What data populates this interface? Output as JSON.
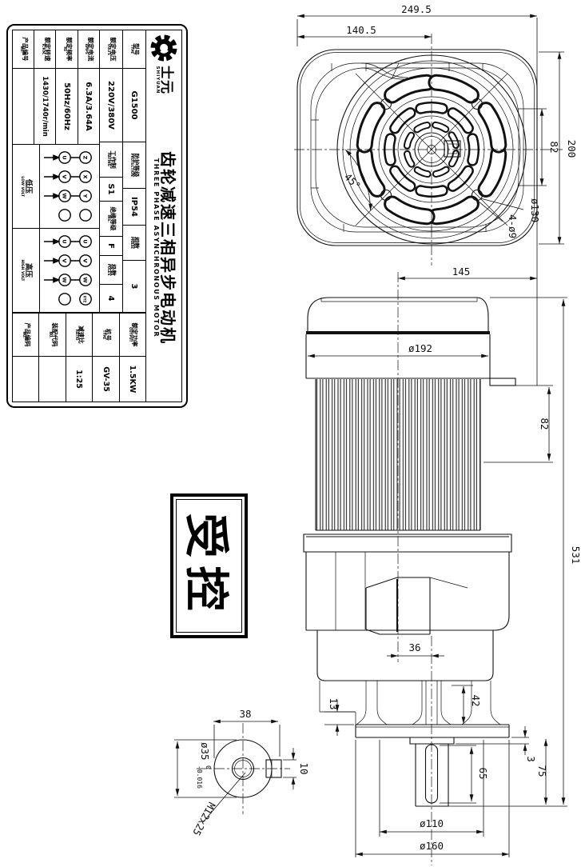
{
  "nameplate": {
    "logo": {
      "cn": "士元",
      "en": "SHIYUAN"
    },
    "title_cn": "齿轮减速三相异步电动机",
    "title_en": "THREE PHASE ASYNCHRONOUS MOTOR",
    "rows": {
      "model": {
        "cn": "型号",
        "en": "TYPE",
        "value": "G1500"
      },
      "voltage": {
        "cn": "额定电压",
        "en": "VOLTS",
        "value": "220V/380V"
      },
      "current": {
        "cn": "额定电流",
        "en": "AMPS",
        "value": "6.3A/3.64A"
      },
      "frequency": {
        "cn": "额定频率",
        "en": "Hz",
        "value": "50Hz/60Hz"
      },
      "speed": {
        "cn": "额定转速",
        "en": "R.P.M.",
        "value": "1430/1740r/min"
      },
      "product_no": {
        "cn": "产品编号",
        "en": "NO.",
        "value": ""
      },
      "protection": {
        "cn": "防护等级",
        "en": "PROTECTION",
        "value": "IP54"
      },
      "duty": {
        "cn": "工作制",
        "en": "RATING",
        "value": "S1"
      },
      "insulation": {
        "cn": "绝缘等级",
        "en": "INS.",
        "value": "F"
      },
      "phase": {
        "cn": "相数",
        "en": "PHASE",
        "value": "3"
      },
      "poles": {
        "cn": "极数",
        "en": "POLES",
        "value": "4"
      },
      "output": {
        "cn": "额定功率",
        "en": "OUTPUT",
        "value": "1.5KW"
      },
      "frame": {
        "cn": "机号",
        "en": "TYPE",
        "value": "GV-35"
      },
      "ratio": {
        "cn": "减速比",
        "en": "RATIO",
        "value": "1:25"
      },
      "assembly_code": {
        "cn": "装配代码",
        "en": "NO.",
        "value": ""
      },
      "product_code": {
        "cn": "产品编码",
        "en": "NO.",
        "value": ""
      }
    },
    "wiring": {
      "low": {
        "cn": "低压",
        "en": "LOW VOLT",
        "pairs": [
          [
            "Z",
            "U"
          ],
          [
            "X",
            "V"
          ],
          [
            "Y",
            "W"
          ],
          [
            "",
            ""
          ]
        ]
      },
      "high": {
        "cn": "高压",
        "en": "HIGH VOLT",
        "pairs": [
          [
            "U",
            "U"
          ],
          [
            "V",
            "V"
          ],
          [
            "W",
            "W"
          ],
          [
            "XYZ",
            ""
          ]
        ]
      }
    }
  },
  "stamp": {
    "text": "受控"
  },
  "views": {
    "top": {
      "dims": {
        "overall_width": "249.5",
        "center_offset": "140.5",
        "overall_height": "200",
        "inner_width": "82",
        "angle": "45°",
        "bolt_circle": "ø130",
        "mount_holes": "4-ø9"
      }
    },
    "side": {
      "dims": {
        "cover_offset": "145",
        "cover_dia": "ø192",
        "terminal_height": "82",
        "overall_height": "531",
        "axis_offset": "36",
        "step": "13",
        "rib_height": "42",
        "boss_height": "3",
        "shaft_length": "75",
        "key_length": "65",
        "bolt_circle": "ø110",
        "flange_dia": "ø160"
      }
    },
    "shaft_end": {
      "dims": {
        "across_key": "38",
        "shaft_dia": "ø35",
        "tol_upper": "0",
        "tol_lower": "-0.016",
        "key_width": "10",
        "tap": "M12x25"
      }
    }
  }
}
